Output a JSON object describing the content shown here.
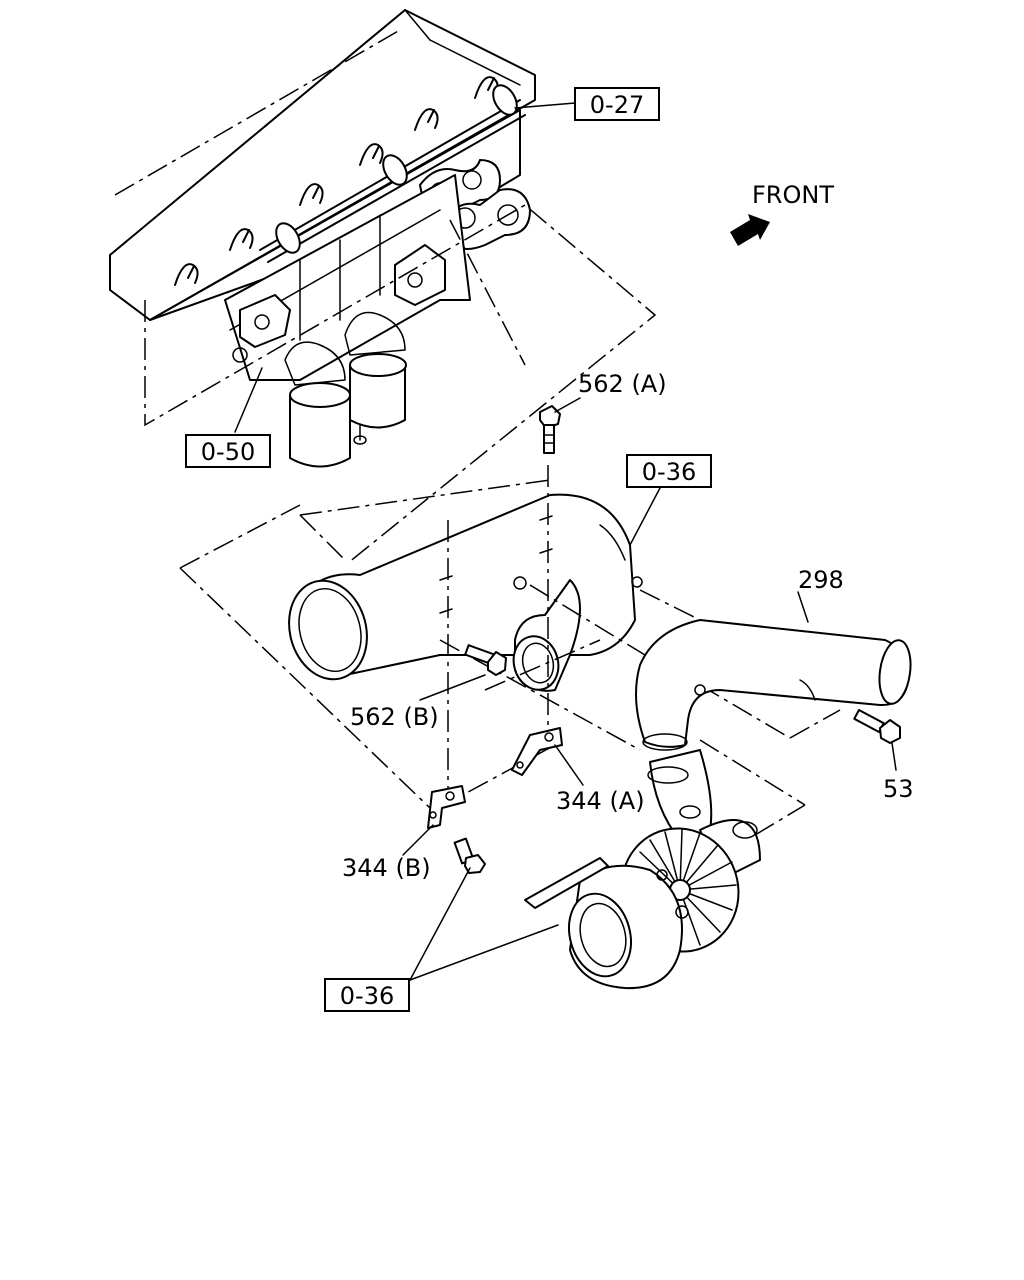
{
  "orientation": {
    "label": "FRONT"
  },
  "callouts": {
    "ref_0_27": "0-27",
    "ref_0_50": "0-50",
    "ref_0_36_top": "0-36",
    "ref_0_36_bottom": "0-36",
    "part_562A": "562 (A)",
    "part_562B": "562 (B)",
    "part_298": "298",
    "part_53": "53",
    "part_344A": "344 (A)",
    "part_344B": "344 (B)"
  }
}
